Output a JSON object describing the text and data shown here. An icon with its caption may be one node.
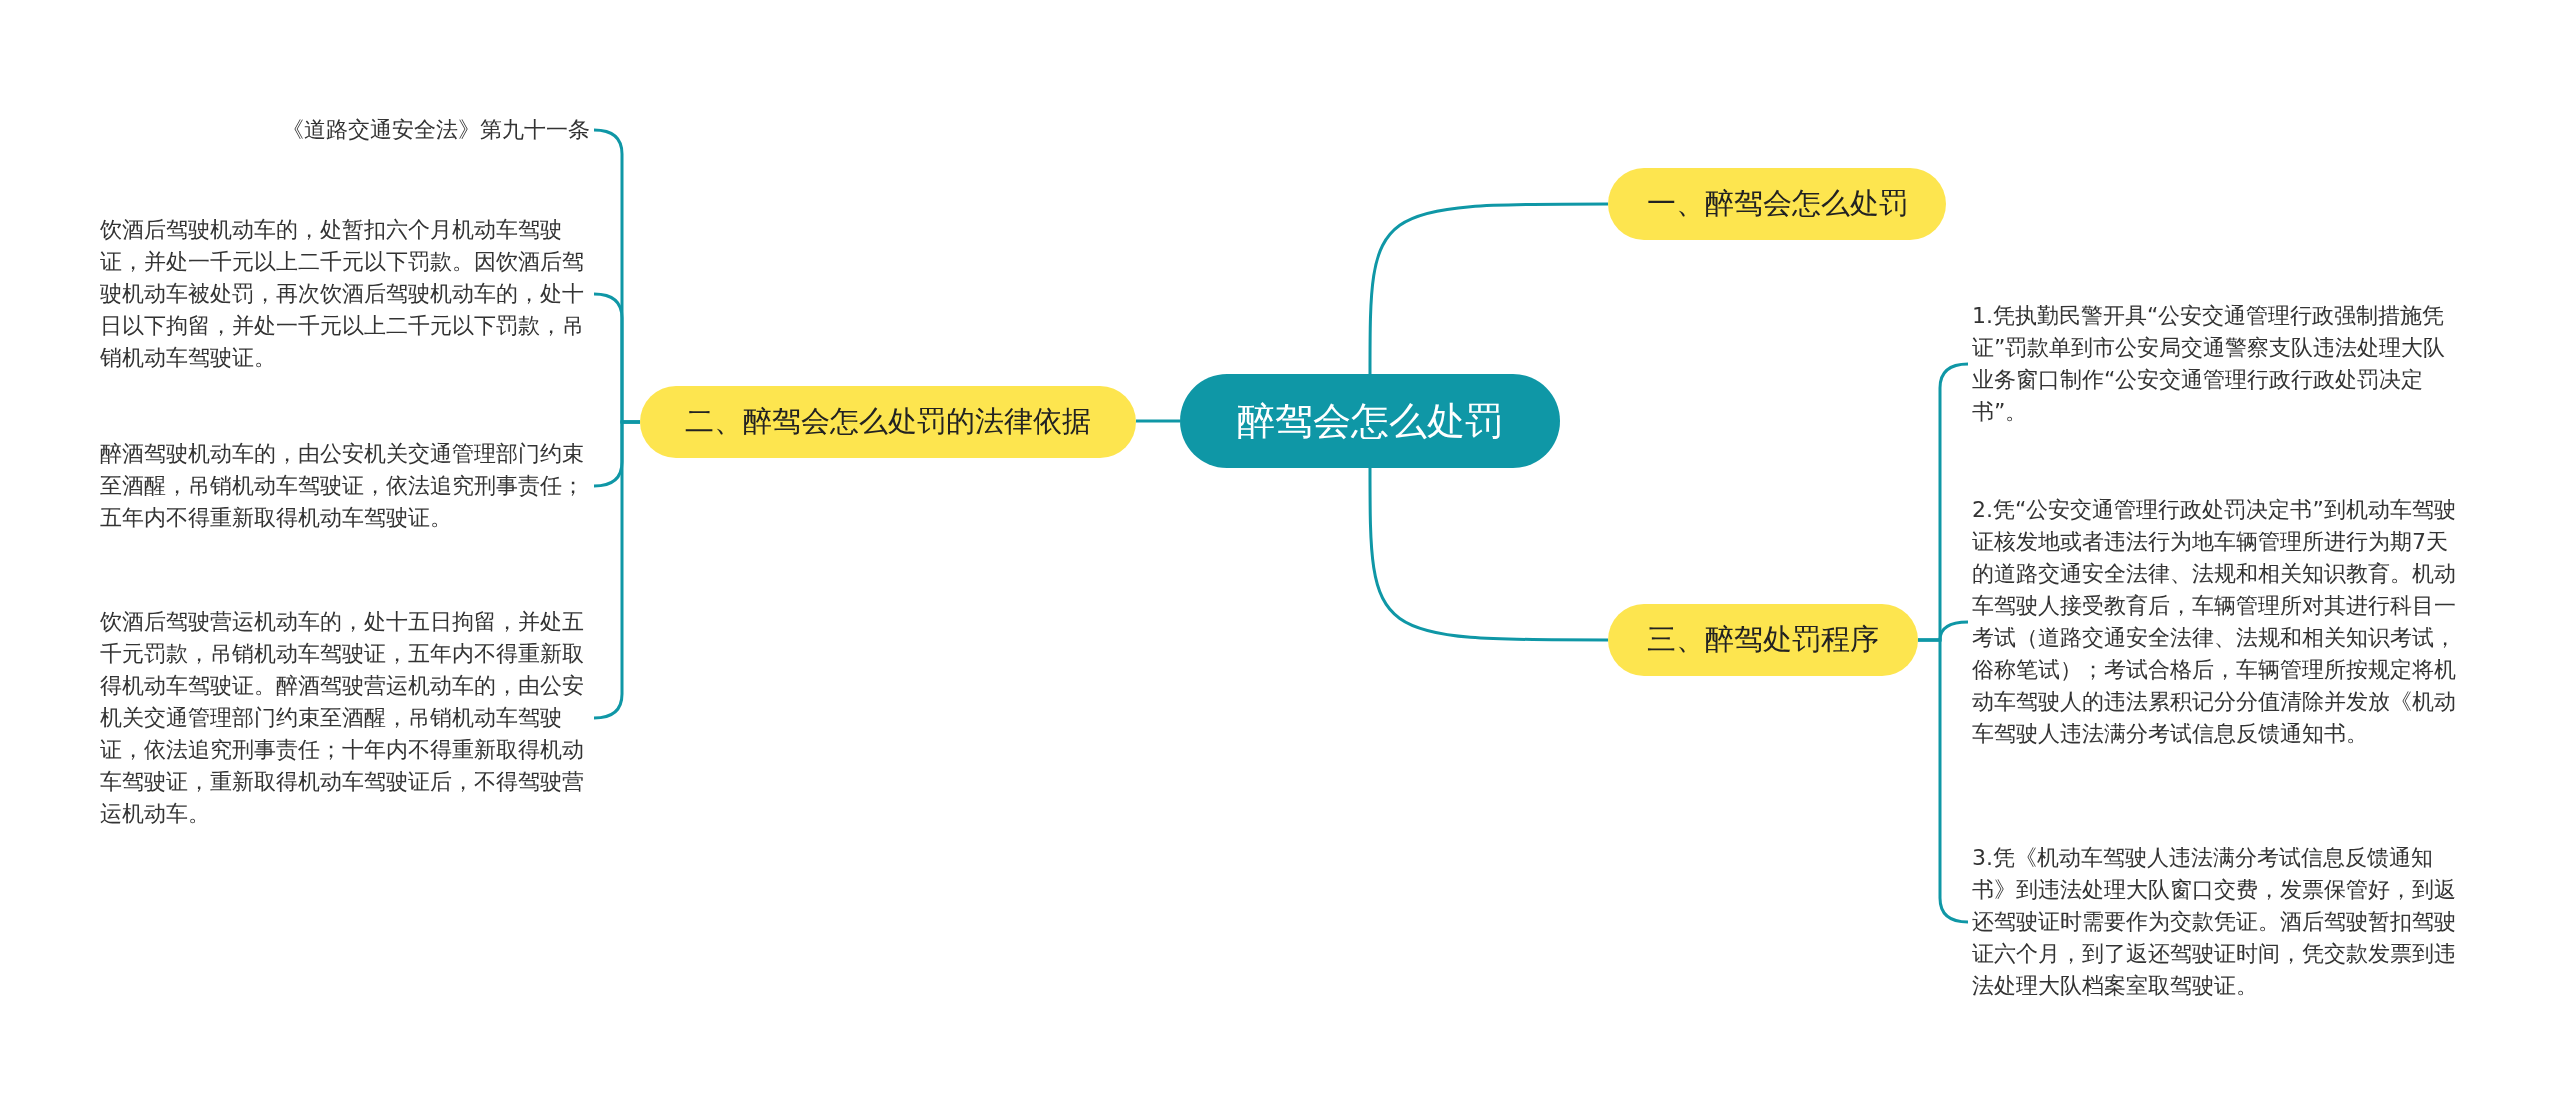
{
  "diagram": {
    "nodes": [
      {
        "text": [
          "醉驾会怎么处罚"
        ]
      },
      {
        "text": [
          "一、醉驾会怎么处罚"
        ]
      },
      {
        "text": [
          "二、醉驾会怎么处罚的法律依据"
        ]
      },
      {
        "text": [
          "三、醉驾处罚程序"
        ]
      },
      {
        "text": [
          "《道路交通安全法》第九十一条"
        ]
      },
      {
        "text": [
          "饮酒后驾驶机动车的，处暂扣六个月机动车驾驶证，并处一千元以上二千元以下罚款。因饮酒后驾驶机动车被处罚，再次饮酒后驾驶机动车的，处十日以下拘留，并处一千元以上二千元以下罚款，吊销机动车驾驶证。"
        ]
      },
      {
        "text": [
          "醉酒驾驶机动车的，由公安机关交通管理部门约束至酒醒，吊销机动车驾驶证，依法追究刑事责任；五年内不得重新取得机动车驾驶证。"
        ]
      },
      {
        "text": [
          "饮酒后驾驶营运机动车的，处十五日拘留，并处五千元罚款，吊销机动车驾驶证，五年内不得重新取得机动车驾驶证。醉酒驾驶营运机动车的，由公安机关交通管理部门约束至酒醒，吊销机动车驾驶证，依法追究刑事责任；十年内不得重新取得机动车驾驶证，重新取得机动车驾驶证后，不得驾驶营运机动车。"
        ]
      },
      {
        "text": [
          "1.凭执勤民警开具“公安交通管理行政强制措施凭证”罚款单到市公安局交通警察支队违法处理大队业务窗口制作“公安交通管理行政行政处罚决定书”。"
        ]
      },
      {
        "text": [
          "2.凭“公安交通管理行政处罚决定书”到机动车驾驶证核发地或者违法行为地车辆管理所进行为期7天的道路交通安全法律、法规和相关知识教育。机动车驾驶人接受教育后，车辆管理所对其进行科目一考试（道路交通安全法律、法规和相关知识考试，俗称笔试）；考试合格后，车辆管理所按规定将机动车驾驶人的违法累积记分分值清除并发放《机动车驾驶人违法满分考试信息反馈通知书。"
        ]
      },
      {
        "text": [
          "3.凭《机动车驾驶人违法满分考试信息反馈通知书》到违法处理大队窗口交费，发票保管好，到返还驾驶证时需要作为交款凭证。酒后驾驶暂扣驾驶证六个月，到了返还驾驶证时间，凭交款发票到违法处理大队档案室取驾驶证。"
        ]
      }
    ],
    "edges": [
      {
        "from": 0,
        "to": 1,
        "arrow": "none"
      },
      {
        "from": 0,
        "to": 2,
        "arrow": "none"
      },
      {
        "from": 0,
        "to": 3,
        "arrow": "none"
      },
      {
        "from": 2,
        "to": 4,
        "arrow": "none"
      },
      {
        "from": 2,
        "to": 5,
        "arrow": "none"
      },
      {
        "from": 2,
        "to": 6,
        "arrow": "none"
      },
      {
        "from": 2,
        "to": 7,
        "arrow": "none"
      },
      {
        "from": 3,
        "to": 8,
        "arrow": "none"
      },
      {
        "from": 3,
        "to": 9,
        "arrow": "none"
      },
      {
        "from": 3,
        "to": 10,
        "arrow": "none"
      }
    ]
  }
}
